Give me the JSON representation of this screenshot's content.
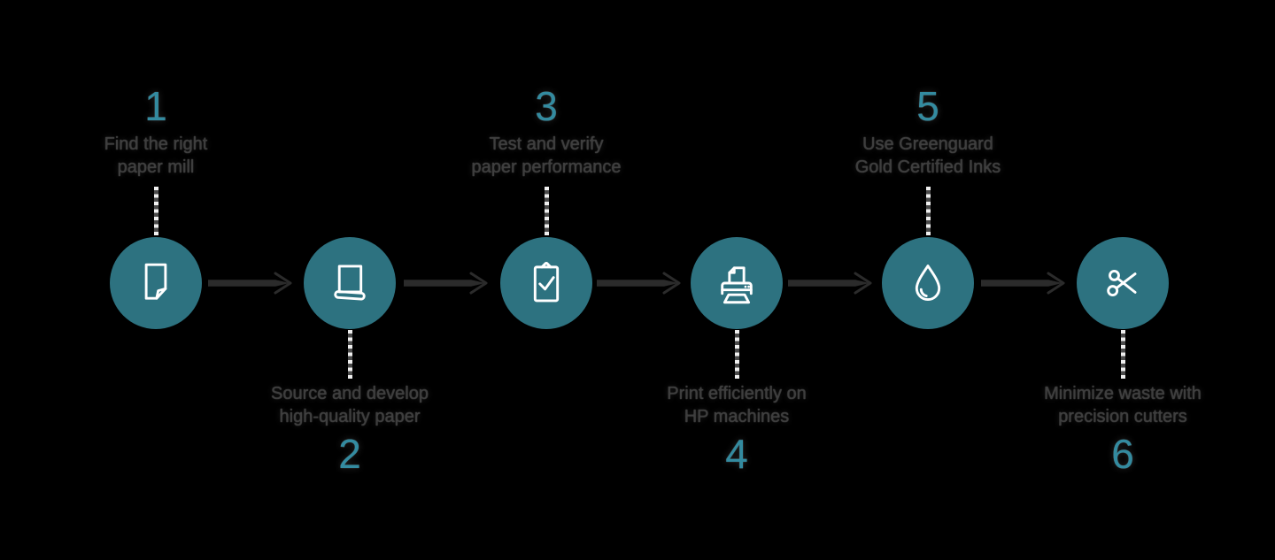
{
  "colors": {
    "background": "#000000",
    "circle": "#2D7280",
    "number": "#338BA0",
    "label": "#3E3E3E",
    "arrow": "#2B2B2B",
    "dash": "#EFEFEF",
    "gap": "#4A4A4A",
    "icon": "#FFFFFF"
  },
  "steps": [
    {
      "number": "1",
      "label_line1": "Find the right",
      "label_line2": "paper mill",
      "icon": "document-icon",
      "label_position": "top"
    },
    {
      "number": "2",
      "label_line1": "Source and develop",
      "label_line2": "high-quality paper",
      "icon": "paper-roll-icon",
      "label_position": "bottom"
    },
    {
      "number": "3",
      "label_line1": "Test and verify",
      "label_line2": "paper performance",
      "icon": "clipboard-check-icon",
      "label_position": "top"
    },
    {
      "number": "4",
      "label_line1": "Print efficiently on",
      "label_line2": "HP machines",
      "icon": "printer-icon",
      "label_position": "bottom"
    },
    {
      "number": "5",
      "label_line1": "Use Greenguard",
      "label_line2": "Gold Certified Inks",
      "icon": "ink-drop-icon",
      "label_position": "top"
    },
    {
      "number": "6",
      "label_line1": "Minimize waste with",
      "label_line2": "precision cutters",
      "icon": "scissors-icon",
      "label_position": "bottom"
    }
  ]
}
